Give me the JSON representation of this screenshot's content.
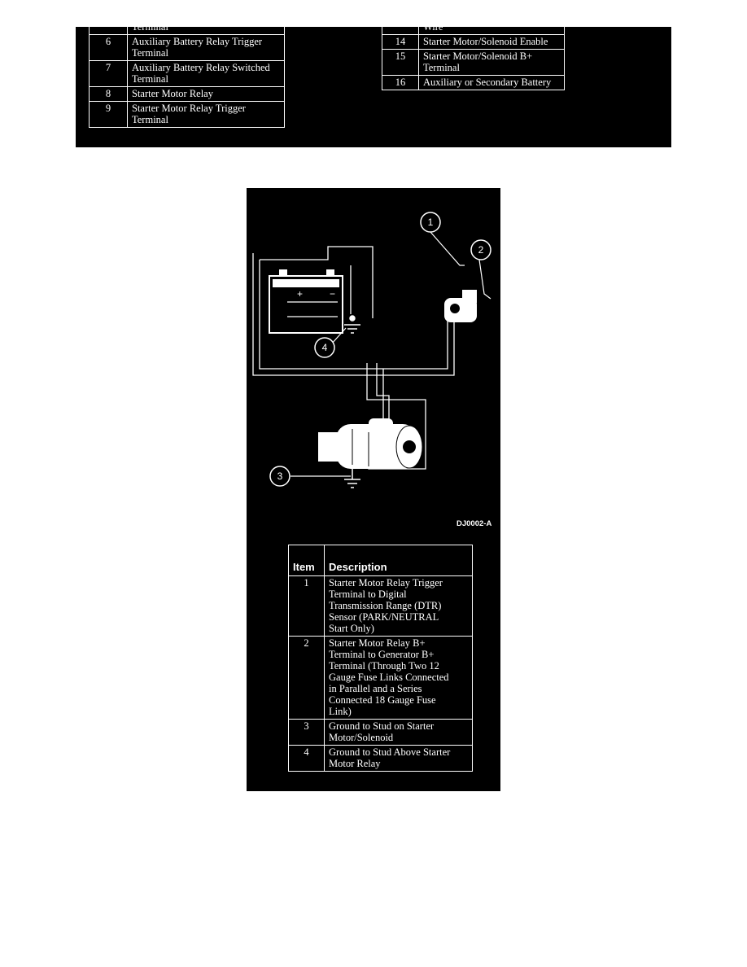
{
  "top_left_table": {
    "partial_row_label": "Terminal",
    "rows": [
      {
        "item": "6",
        "description": "Auxiliary Battery Relay Trigger Terminal"
      },
      {
        "item": "7",
        "description": "Auxiliary Battery Relay Switched Terminal"
      },
      {
        "item": "8",
        "description": "Starter Motor Relay"
      },
      {
        "item": "9",
        "description": "Starter Motor Relay Trigger Terminal"
      }
    ]
  },
  "top_right_table": {
    "partial_row_label": "Wire",
    "rows": [
      {
        "item": "14",
        "description": "Starter Motor/Solenoid Enable"
      },
      {
        "item": "15",
        "description": "Starter Motor/Solenoid B+ Terminal"
      },
      {
        "item": "16",
        "description": "Auxiliary or Secondary Battery"
      }
    ]
  },
  "diagram": {
    "callouts": [
      "1",
      "2",
      "3",
      "4"
    ],
    "battery_plus": "+",
    "battery_minus": "−",
    "figure_id": "DJ0002-A"
  },
  "description_table": {
    "header_item": "Item",
    "header_description": "Description",
    "rows": [
      {
        "item": "1",
        "description": "Starter Motor Relay Trigger\nTerminal to Digital\nTransmission Range (DTR)\nSensor (PARK/NEUTRAL\nStart Only)"
      },
      {
        "item": "2",
        "description": "Starter Motor Relay B+\nTerminal to Generator B+\nTerminal (Through Two 12\nGauge Fuse Links Connected\nin Parallel and a Series\nConnected 18 Gauge Fuse\nLink)"
      },
      {
        "item": "3",
        "description": "Ground to Stud on Starter\nMotor/Solenoid"
      },
      {
        "item": "4",
        "description": "Ground to Stud Above Starter\nMotor Relay"
      }
    ]
  }
}
